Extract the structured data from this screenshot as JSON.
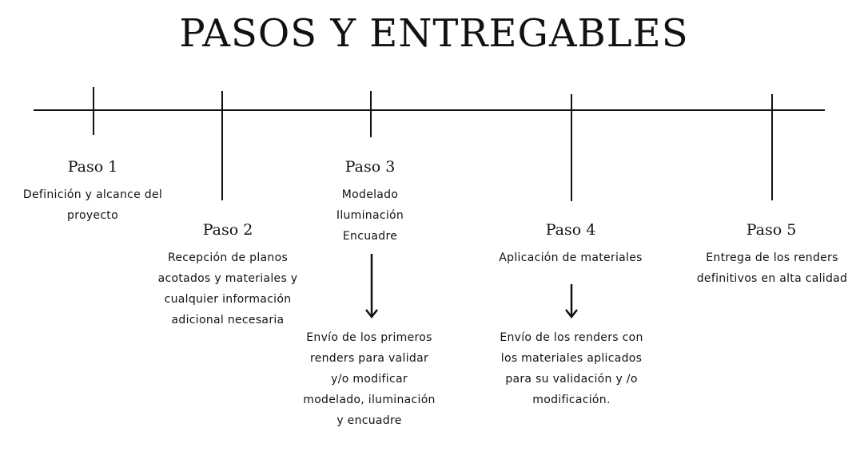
{
  "title": "PASOS Y ENTREGABLES",
  "steps": [
    {
      "title": "Paso 1",
      "lines": [
        "Definición y alcance del",
        "proyecto"
      ]
    },
    {
      "title": "Paso 2",
      "lines": [
        "Recepción de planos",
        "acotados y materiales y",
        "cualquier información",
        "adicional necesaria"
      ]
    },
    {
      "title": "Paso 3",
      "lines": [
        "Modelado",
        "Iluminación",
        "Encuadre"
      ]
    },
    {
      "title": "Paso 4",
      "lines": [
        "Aplicación de materiales"
      ]
    },
    {
      "title": "Paso 5",
      "lines": [
        "Entrega de los renders",
        "definitivos en alta calidad"
      ]
    }
  ],
  "deliverables": [
    {
      "lines": [
        "Envío de los primeros",
        "renders para validar",
        "y/o modificar",
        "modelado, iluminación",
        "y encuadre"
      ]
    },
    {
      "lines": [
        "Envío de los renders con",
        "los materiales aplicados",
        "para su validación y /o",
        "modificación."
      ]
    }
  ]
}
